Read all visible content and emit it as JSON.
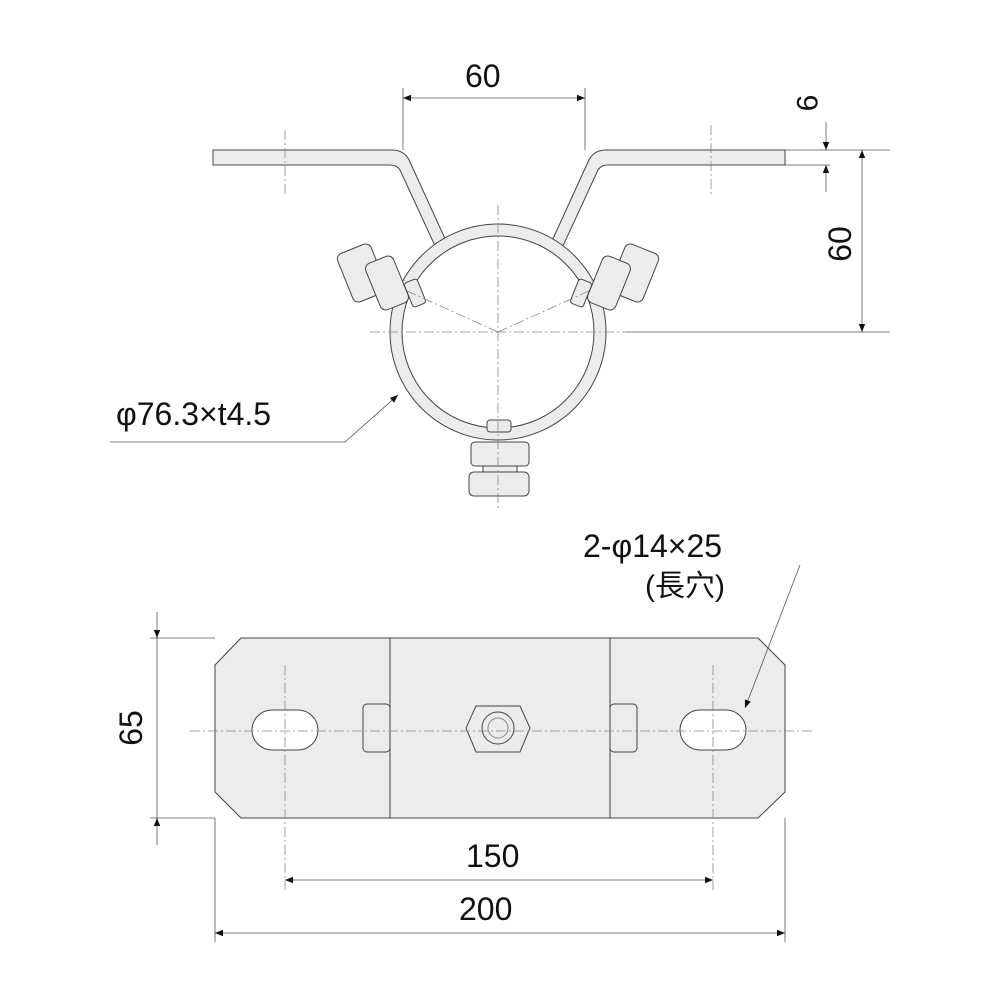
{
  "dimensions": {
    "top_span": "60",
    "plate_thickness": "6",
    "flange_height": "60",
    "pipe_spec": "φ76.3×t4.5",
    "slot_spec": "2-φ14×25",
    "slot_note": "(長穴)",
    "plate_width": "65",
    "hole_pitch": "150",
    "plate_length": "200"
  },
  "colors": {
    "part_fill": "#ececec",
    "line": "#333333"
  }
}
